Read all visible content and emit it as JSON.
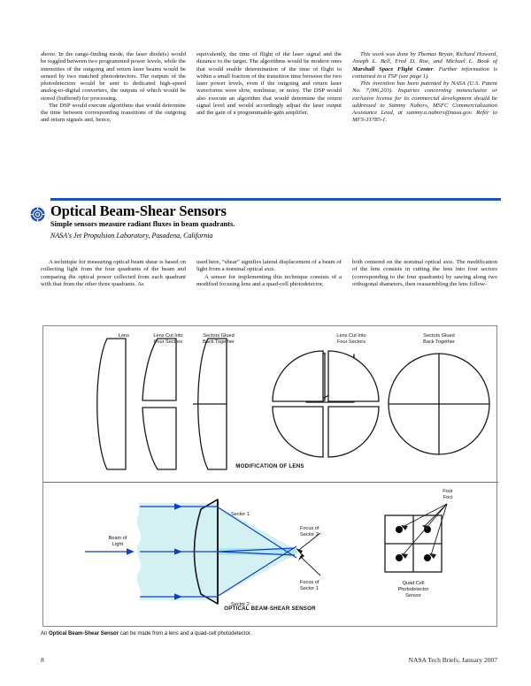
{
  "top_article": {
    "column1": "above. In the range-finding mode, the laser diode(s) would be toggled between two programmed power levels, while the intensities of the outgoing and return laser beams would be sensed by two matched photodetectors. The outputs of the photodetectors would be sent to dedicated high-speed analog-to-digital converters, the outputs of which would be stored (buffered) for processing.",
    "column1b": "The DSP would execute algorithms that would determine the time between corresponding transitions of the outgoing and return signals and, hence,",
    "column2": "equivalently, the time of flight of the laser signal and the distance to the target. The algorithms would be modern ones that would enable determination of the time of flight to within a small fraction of the transition time between the two laser power levels, even if the outgoing and return laser waveforms were slow, nonlinear, or noisy. The DSP would also execute an algorithm that would determine the return signal level and would accordingly adjust the laser output and the gain of a programmable-gain amplifier.",
    "column3_para1_pre": "This work was done by Thomas Bryan, Richard Howard, Joseph L. Bell, Fred D. Roe, and Michael L. Book of ",
    "column3_para1_bold": "Marshall Space Flight Center",
    "column3_para1_post": ". Further information is contained in a TSP (see page 1).",
    "column3_para2": "This invention has been patented by NASA (U.S. Patent No. 7,006,203). Inquiries concerning nonexclusive or exclusive license for its commercial development should be addressed to Sammy Nabors, MSFC Commercialization Assistance Lead, at sammy.a.nabors@nasa.gov. Refer to MFS-31785-1."
  },
  "section": {
    "icon": "nasa-roundel-icon",
    "title": "Optical Beam-Shear Sensors",
    "subtitle": "Simple sensors measure radiant fluxes in beam quadrants.",
    "affiliation": "NASA's Jet Propulsion Laboratory, Pasadena, California",
    "rule_color": "#1a50c8"
  },
  "body": {
    "column1": "A technique for measuring optical beam shear is based on collecting light from the four quadrants of the beam and comparing the optical power collected from each quadrant with that from the other three quadrants. As",
    "column2_para1": "used here, “shear” signifies lateral displacement of a beam of light from a nominal optical axis.",
    "column2_para2": "A sensor for implementing this technique consists of a modified focusing lens and a quad-cell photodetector,",
    "column3": "both centered on the nominal optical axis. The modification of the lens consists in cutting the lens into four sectors (corresponding to the four quadrants) by sawing along two orthogonal diameters, then reassembling the lens follow-"
  },
  "figure": {
    "upper_panel": {
      "caption": "MODIFICATION OF LENS",
      "labels": [
        "Lens",
        "Lens Cut Into\nFour Sectors",
        "Sectors Glued\nBack Together",
        "Lens Cut Into\nFour Sectors",
        "Sectors Glued\nBack Together"
      ]
    },
    "lower_panel": {
      "caption": "OPTICAL BEAM-SHEAR SENSOR",
      "labels": {
        "beam": "Beam of\nLight",
        "sector1": "Sector 1",
        "sector2": "Sector 2",
        "focus_sector2": "Focus of\nSector 2",
        "focus_sector1": "Focus of\nSector 1",
        "four_foci": "Four\nFoci",
        "quad_cell": "Quad Cell\nPhotodetector\nSensor"
      },
      "colors": {
        "ray": "#0b3fd4",
        "beam_fill": "#d3f1f3",
        "lens_outline": "#1a1a1a"
      }
    },
    "caption_pre": "An ",
    "caption_bold": "Optical Beam-Shear Sensor",
    "caption_post": " can be made from a lens and a quad-cell photodetector."
  },
  "footer": {
    "page_number": "8",
    "source": "NASA Tech Briefs, January 2007"
  }
}
